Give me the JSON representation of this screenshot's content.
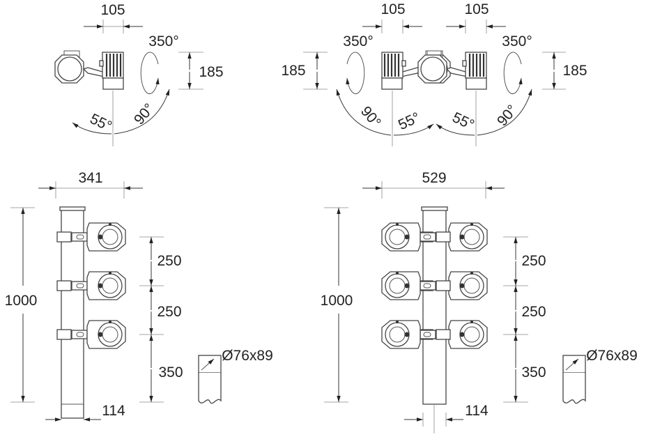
{
  "top_left_view": {
    "width_label": "105",
    "rotation_label": "350°",
    "height_label": "185",
    "tilt_left_label": "55°",
    "tilt_right_label": "90°"
  },
  "top_right_view": {
    "left_width_label": "105",
    "right_width_label": "105",
    "left_rotation_label": "350°",
    "right_rotation_label": "350°",
    "left_height_label": "185",
    "right_height_label": "185",
    "left_tilt_a_label": "90°",
    "left_tilt_b_label": "55°",
    "right_tilt_a_label": "55°",
    "right_tilt_b_label": "90°"
  },
  "bottom_left_view": {
    "overall_width_label": "341",
    "height_label": "1000",
    "spacing_1_label": "250",
    "spacing_2_label": "250",
    "base_label": "350",
    "pole_diameter_label": "114",
    "pipe_label": "Ø76x89"
  },
  "bottom_right_view": {
    "overall_width_label": "529",
    "height_label": "1000",
    "spacing_1_label": "250",
    "spacing_2_label": "250",
    "base_label": "350",
    "pole_diameter_label": "114",
    "pipe_label": "Ø76x89"
  }
}
